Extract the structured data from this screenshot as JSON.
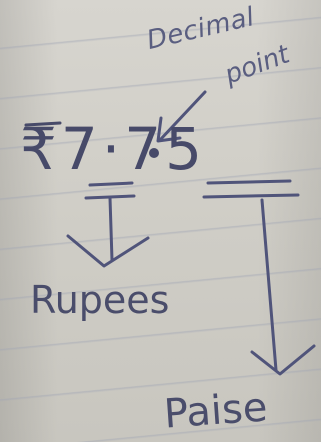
{
  "note": {
    "decimal_label": "Decimal",
    "point_label": "point",
    "amount": "₹7·75",
    "rupees_label": "Rupees",
    "paise_label": "Paise"
  },
  "colors": {
    "paper": "#d1cfc8",
    "ink": "#4a4d6b",
    "rule_line": "#a0a5b4"
  }
}
